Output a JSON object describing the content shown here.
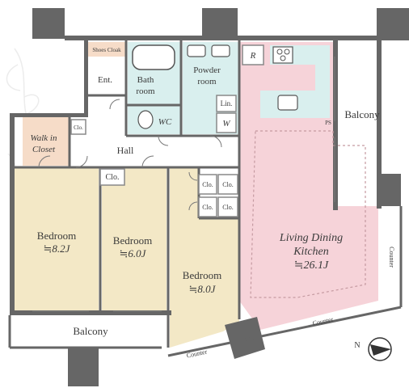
{
  "colors": {
    "wall": "#666666",
    "bedroom": "#f3e8c6",
    "living": "#f6d3d9",
    "wet": "#d9efee",
    "closet": "#f6dcc8",
    "balcony": "#ffffff",
    "hall": "#ffffff"
  },
  "rooms": {
    "shoes_cloak": "Shoes Cloak",
    "entrance": "Ent.",
    "bath_line1": "Bath",
    "bath_line2": "room",
    "powder_line1": "Powder",
    "powder_line2": "room",
    "wc": "WC",
    "linen": "Lin.",
    "washer": "W",
    "fridge": "R",
    "ps": "PS",
    "walkin_line1": "Walk in",
    "walkin_line2": "Closet",
    "walkin_clo": "Clo.",
    "hall": "Hall",
    "bedroom1_name": "Bedroom",
    "bedroom1_size": "≒8.2J",
    "bedroom2_name": "Bedroom",
    "bedroom2_size": "≒6.0J",
    "bedroom2_clo": "Clo.",
    "bedroom3_name": "Bedroom",
    "bedroom3_size": "≒8.0J",
    "clo_a": "Clo.",
    "clo_b": "Clo.",
    "clo_c": "Clo.",
    "clo_d": "Clo.",
    "ldk_line1": "Living Dining",
    "ldk_line2": "Kitchen",
    "ldk_size": "≒26.1J",
    "balcony_right": "Balcony",
    "balcony_bottom": "Balcony",
    "counter_right": "Counter",
    "counter_bottom": "Counter",
    "counter_left": "Counter"
  },
  "compass": {
    "north": "N"
  }
}
